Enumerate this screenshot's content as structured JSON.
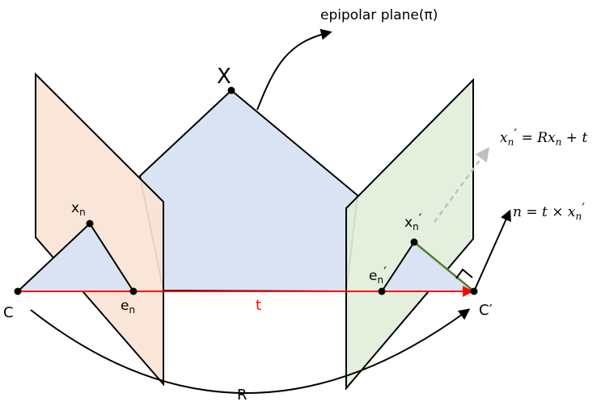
{
  "labels": {
    "X": "X",
    "epipolar_plane": "epipolar plane(π)",
    "x_n_base": "x",
    "x_n_sub": "n",
    "e_n_base": "e",
    "e_n_sub": "n",
    "C": "C",
    "t": "t",
    "R": "R",
    "xnp_base": "x",
    "xnp_sub": "n",
    "xnp_prime": "′",
    "enp_base": "e",
    "enp_sub": "n",
    "enp_prime": "′",
    "C_prime": "C′"
  },
  "equations": {
    "transform": {
      "lhs_base": "x",
      "lhs_sub": "n",
      "lhs_prime": "′",
      "eq": " = ",
      "R": "R",
      "x_base": "x",
      "x_sub": "n",
      "plus": " + ",
      "t": "t"
    },
    "normal": {
      "n": "n",
      "eq": " = ",
      "t": "t",
      "times": " × ",
      "x_base": "x",
      "x_sub": "n",
      "x_prime": "′"
    }
  },
  "colors": {
    "left_plane_fill": "#fae3d6",
    "right_plane_fill": "#e2efda",
    "epipolar_fill": "#dae3f3",
    "baseline": "#ff0000",
    "t_label": "#ff0000",
    "dashed_arrow": "#bfbfbf",
    "green_segment": "#548235",
    "stroke": "#000000"
  }
}
